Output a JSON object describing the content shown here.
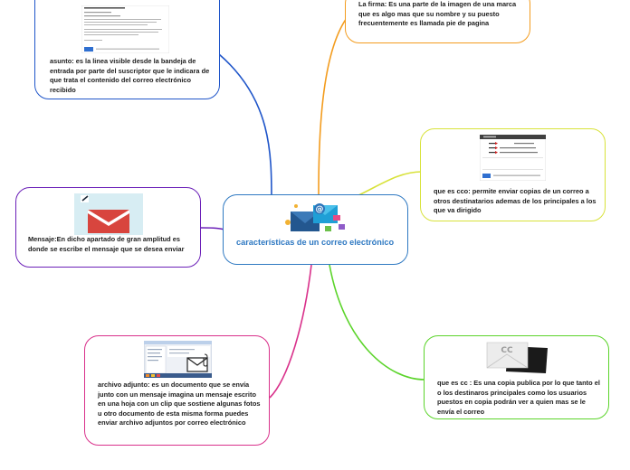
{
  "map": {
    "central": {
      "title": "características de un correo electrónico"
    },
    "branches": [
      {
        "id": "asunto",
        "color": "#1f55c9",
        "text": "asunto: es la linea visible desde la bandeja de entrada por parte del suscriptor que le indicara de que trata el contenido del correo electrónico recibido"
      },
      {
        "id": "firma",
        "color": "#f39c1e",
        "text": "La firma: Es una parte de la imagen de una marca que es algo mas que su nombre y su puesto  frecuentemente es llamada pie de pagina"
      },
      {
        "id": "cco",
        "color": "#d8e23a",
        "text": "que es cco: permite enviar copias de un correo a otros destinatarios ademas de los principales a los que va dirigido"
      },
      {
        "id": "mensaje",
        "color": "#6b20b8",
        "text": "Mensaje:En dicho apartado de gran amplitud es donde se escribe el mensaje que se desea enviar"
      },
      {
        "id": "adjunto",
        "color": "#d9318b",
        "text": "archivo adjunto: es un documento que se envía junto con un mensaje imagina un mensaje escrito en una hoja con un clip que sostiene algunas fotos u otro documento de esta misma forma puedes enviar archivo adjuntos por correo electrónico"
      },
      {
        "id": "cc",
        "color": "#5bd42a",
        "text": "que es cc : Es una copia publica por lo que tanto el o los destinaros principales como los usuarios puestos en copia podrán ver a quien mas se le envía el correo"
      }
    ]
  },
  "icons": {
    "central": "email-at-envelope-icon",
    "cc": "cc-envelope-icon",
    "mensaje": "envelope-icon",
    "adjunto": "email-attachment-icon"
  },
  "image_labels": {
    "cc_envelope": "CC"
  }
}
